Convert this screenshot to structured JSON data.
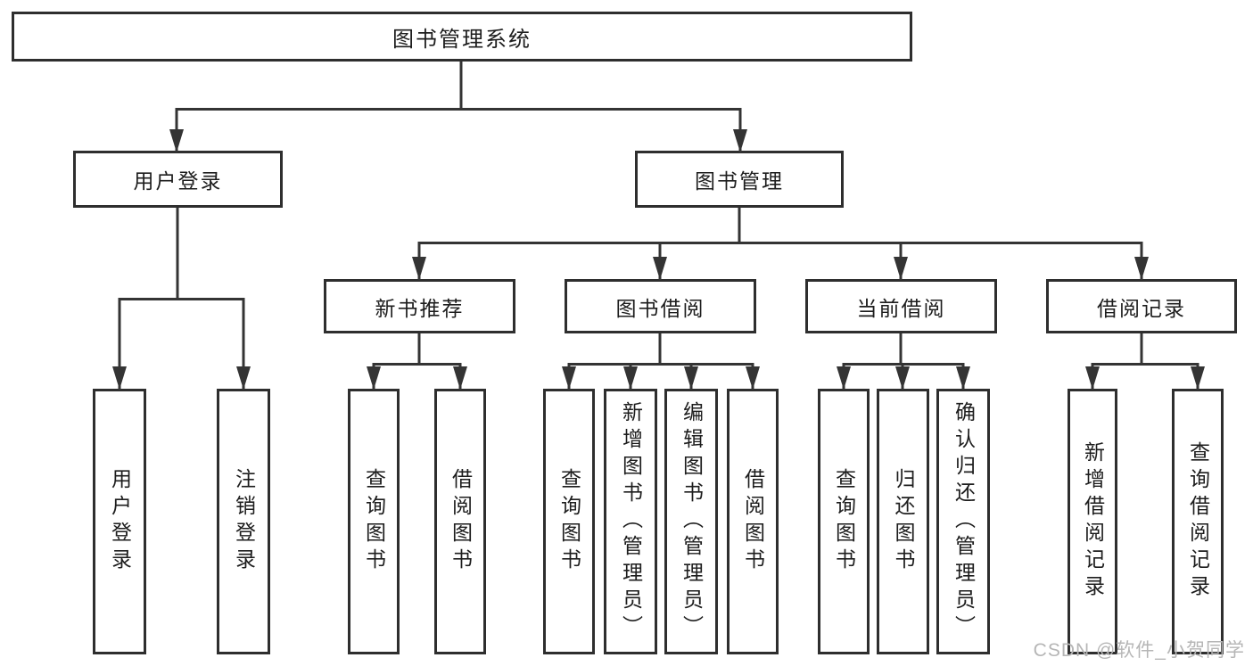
{
  "diagram": {
    "type": "hierarchy-tree",
    "colors": {
      "line": "#343434",
      "box_border": "#2e2e2e",
      "text": "#1d1d1d",
      "background": "#ffffff",
      "watermark": "#b6b6b6"
    }
  },
  "tree": {
    "label": "图书管理系统",
    "children": [
      {
        "label": "用户登录",
        "children": [
          {
            "label": "用户登录"
          },
          {
            "label": "注销登录"
          }
        ]
      },
      {
        "label": "图书管理",
        "children": [
          {
            "label": "新书推荐",
            "children": [
              {
                "label": "查询图书"
              },
              {
                "label": "借阅图书"
              }
            ]
          },
          {
            "label": "图书借阅",
            "children": [
              {
                "label": "查询图书"
              },
              {
                "label": "新增图书（管理员）"
              },
              {
                "label": "编辑图书（管理员）"
              },
              {
                "label": "借阅图书"
              }
            ]
          },
          {
            "label": "当前借阅",
            "children": [
              {
                "label": "查询图书"
              },
              {
                "label": "归还图书"
              },
              {
                "label": "确认归还（管理员）"
              }
            ]
          },
          {
            "label": "借阅记录",
            "children": [
              {
                "label": "新增借阅记录"
              },
              {
                "label": "查询借阅记录"
              }
            ]
          }
        ]
      }
    ]
  },
  "watermark": {
    "text": "CSDN @软件_小贺同学"
  }
}
